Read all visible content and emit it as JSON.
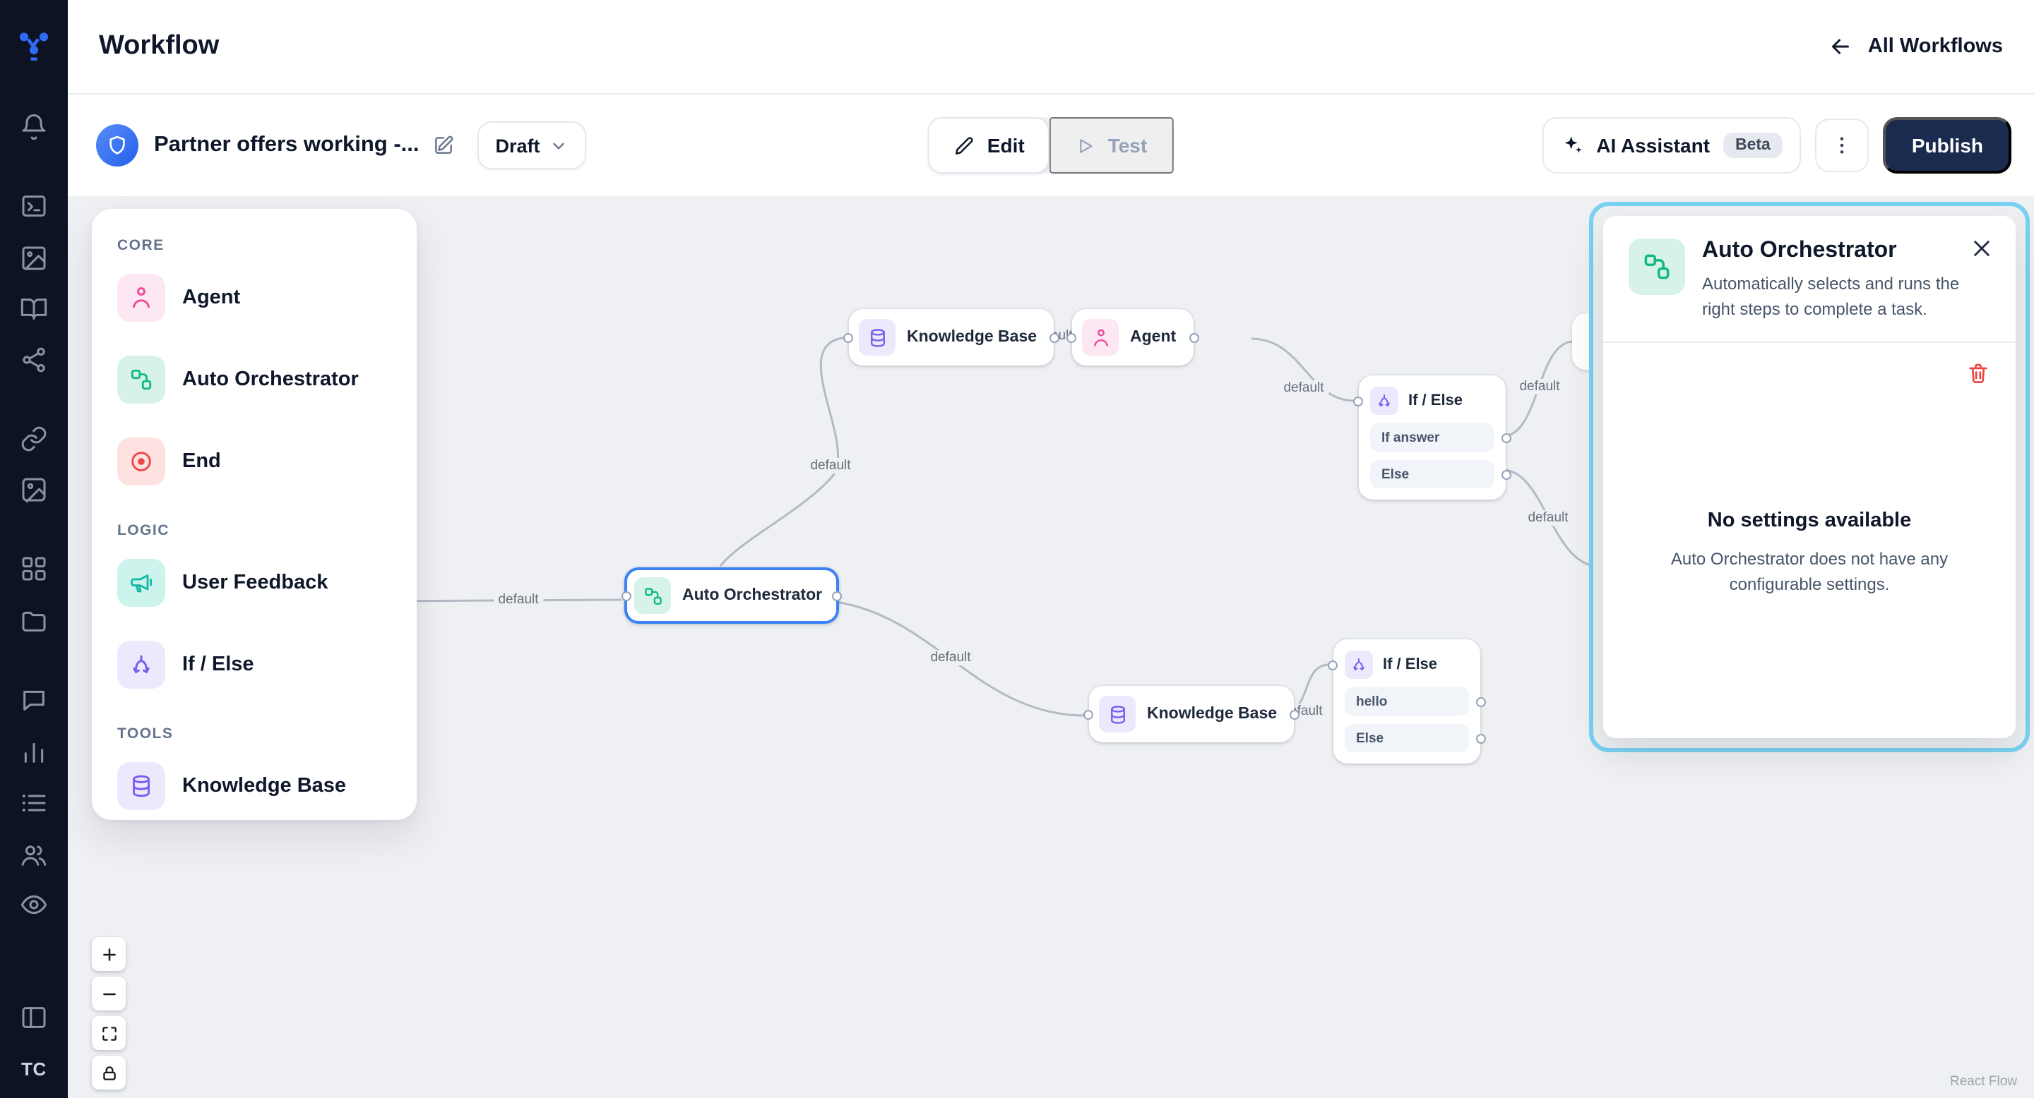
{
  "header": {
    "title": "Workflow",
    "back_label": "All Workflows"
  },
  "toolbar": {
    "workflow_name": "Partner offers working -...",
    "status_label": "Draft",
    "edit_label": "Edit",
    "test_label": "Test",
    "ai_assistant_label": "AI Assistant",
    "beta_label": "Beta",
    "publish_label": "Publish"
  },
  "sidebar": {
    "avatar": "TC"
  },
  "palette": {
    "sections": [
      {
        "label": "CORE",
        "items": [
          {
            "label": "Agent"
          },
          {
            "label": "Auto Orchestrator"
          },
          {
            "label": "End"
          }
        ]
      },
      {
        "label": "LOGIC",
        "items": [
          {
            "label": "User Feedback"
          },
          {
            "label": "If / Else"
          }
        ]
      },
      {
        "label": "TOOLS",
        "items": [
          {
            "label": "Knowledge Base"
          }
        ]
      }
    ]
  },
  "canvas": {
    "edge_label": "default",
    "nodes": {
      "kb_top": {
        "label": "Knowledge Base"
      },
      "agent": {
        "label": "Agent"
      },
      "if_else_top": {
        "label": "If / Else",
        "rows": [
          "If answer",
          "Else"
        ]
      },
      "auto_orchestrator": {
        "label": "Auto Orchestrator"
      },
      "kb_bottom": {
        "label": "Knowledge Base"
      },
      "if_else_bottom": {
        "label": "If / Else",
        "rows": [
          "hello",
          "Else"
        ]
      }
    },
    "attribution": "React Flow"
  },
  "settings_panel": {
    "title": "Auto Orchestrator",
    "description": "Automatically selects and runs the right steps to complete a task.",
    "empty_title": "No settings available",
    "empty_description": "Auto Orchestrator does not have any configurable settings."
  },
  "colors": {
    "accent_blue": "#3b82f6",
    "selection_cyan": "#79d2f2",
    "publish_navy": "#1b2a4f",
    "agent_pink": "#ec4899",
    "orchestrator_green": "#10b981",
    "end_red": "#ef4444",
    "feedback_teal": "#14b8a6",
    "logic_purple": "#8b5cf6",
    "danger_red": "#ef4444"
  }
}
